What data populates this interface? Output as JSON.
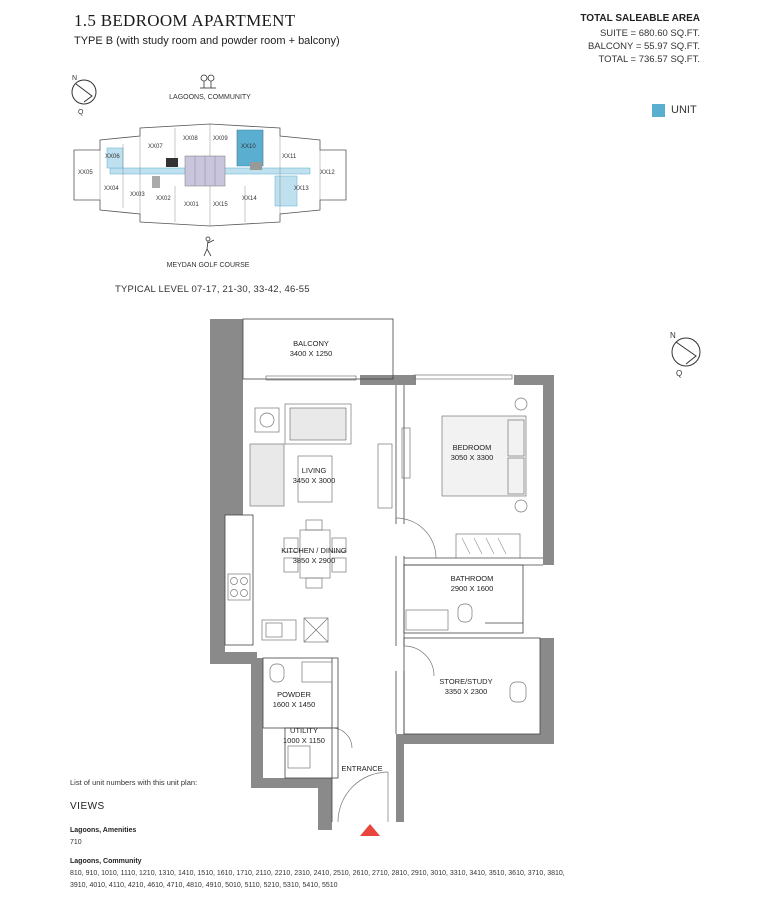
{
  "header": {
    "title": "1.5 BEDROOM APARTMENT",
    "subtitle": "TYPE B (with study room and powder room + balcony)"
  },
  "area": {
    "title": "TOTAL SALEABLE AREA",
    "suite": "SUITE = 680.60 SQ.FT.",
    "balcony": "BALCONY = 55.97 SQ.FT.",
    "total": "TOTAL = 736.57 SQ.FT."
  },
  "legend": {
    "label": "UNIT",
    "color": "#5aaed0"
  },
  "compass": {
    "n": "N",
    "q": "Q"
  },
  "keyplan": {
    "top_label": "LAGOONS, COMMUNITY",
    "bottom_label": "MEYDAN GOLF COURSE",
    "units": [
      "XX05",
      "XX06",
      "XX04",
      "XX07",
      "XX03",
      "XX08",
      "XX02",
      "XX09",
      "XX01",
      "XX10",
      "XX15",
      "XX11",
      "XX14",
      "XX13",
      "XX12"
    ]
  },
  "typical_level": "TYPICAL LEVEL 07-17, 21-30, 33-42, 46-55",
  "rooms": {
    "balcony": {
      "name": "BALCONY",
      "dims": "3400 X 1250"
    },
    "living": {
      "name": "LIVING",
      "dims": "3450 X 3000"
    },
    "bedroom": {
      "name": "BEDROOM",
      "dims": "3050 X 3300"
    },
    "kitchen": {
      "name": "KITCHEN / DINING",
      "dims": "3850 X 2900"
    },
    "bathroom": {
      "name": "BATHROOM",
      "dims": "2900 X 1600"
    },
    "study": {
      "name": "STORE/STUDY",
      "dims": "3350 X 2300"
    },
    "powder": {
      "name": "POWDER",
      "dims": "1600 X 1450"
    },
    "utility": {
      "name": "UTILITY",
      "dims": "1000 X 1150"
    },
    "entrance": {
      "name": "ENTRANCE"
    }
  },
  "units_list": {
    "label": "List of unit numbers with this unit plan:",
    "views_heading": "VIEWS",
    "groups": [
      {
        "name": "Lagoons, Amenities",
        "units": "710"
      },
      {
        "name": "Lagoons, Community",
        "units": "810, 910, 1010, 1110, 1210, 1310, 1410, 1510, 1610, 1710, 2110, 2210, 2310, 2410, 2510, 2610, 2710, 2810, 2910, 3010, 3310, 3410, 3510, 3610, 3710, 3810, 3910, 4010, 4110, 4210, 4610, 4710, 4810, 4910, 5010, 5110, 5210, 5310, 5410, 5510"
      }
    ]
  }
}
